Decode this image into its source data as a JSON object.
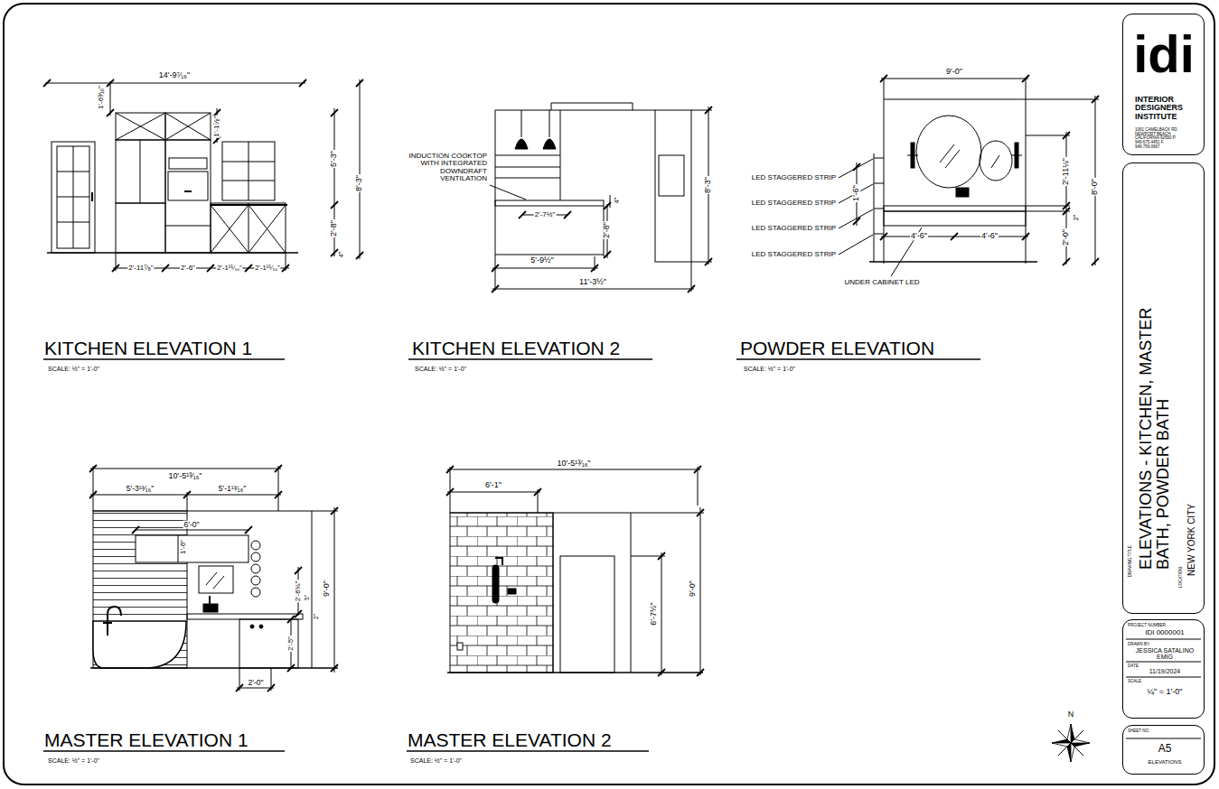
{
  "diagram": {
    "nodes": [
      {
        "text": [
          "idi",
          "INTERIOR DESIGNERS INSTITUTE",
          "1061 CAMELBACK RD NEWPORT BEACH CALIFORNIA 92660 P. 949.675.4451 F. 949.759.0667"
        ]
      },
      {
        "text": [
          "DRAWING TITLE:",
          "ELEVATIONS - KITCHEN, MASTER BATH, POWDER BATH",
          "LOCATION:",
          "NEW YORK CITY"
        ]
      },
      {
        "text": [
          "PROJECT NUMBER:",
          "IDI 0000001",
          "DRAWN BY:",
          "JESSICA SATALINO EMIG",
          "DATE:",
          "11/19/2024",
          "SCALE:",
          "¼\" = 1'-0\""
        ]
      },
      {
        "text": [
          "SHEET NO.",
          "A5",
          "ELEVATIONS"
        ]
      }
    ],
    "labels": [
      "14'-9⁷⁄₁₆\"",
      "1'-6³⁄₁₆\"",
      "1'-1⁷⁄₈\"",
      "5'-3\"",
      "2'-8\"",
      "4\"",
      "8'-3\"",
      "2'-11⁷⁄₈\"",
      "2'-6\"",
      "2'-1¹⁵⁄₁₆\"",
      "2'-1¹⁵⁄₁₆\"",
      "KITCHEN ELEVATION 1",
      "SCALE: ½\" = 1'-0\"",
      "INDUCTION COOKTOP WITH INTEGRATED DOWNDRAFT VENTILATION",
      "2'-7½\"",
      "4\"",
      "2'-8\"",
      "8'-3\"",
      "5'-9½\"",
      "11'-3½\"",
      "KITCHEN ELEVATION 2",
      "SCALE: ½\" = 1'-0\"",
      "9'-0\"",
      "LED STAGGERED STRIP",
      "LED STAGGERED STRIP",
      "LED STAGGERED STRIP",
      "LED STAGGERED STRIP",
      "UNDER CABINET LED",
      "1'-6\"",
      "2'-11¼\"",
      "2\"",
      "2'-0\"",
      "8'-0\"",
      "4'-6\"",
      "4'-6\"",
      "POWDER ELEVATION",
      "SCALE: ½\" = 1'-0\"",
      "10'-5¹³⁄₁₆\"",
      "5'-3¹³⁄₁₆\"",
      "5'-1¹³⁄₁₆\"",
      "6'-0\"",
      "1'-6\"",
      "2'-6⅛\"",
      "5\"",
      "2\"",
      "9'-0\"",
      "2'-5\"",
      "2'-0\"",
      "MASTER ELEVATION 1",
      "SCALE: ½\" = 1'-0\"",
      "10'-5¹³⁄₁₆\"",
      "6'-1\"",
      "6'-7½\"",
      "9'-0\"",
      "MASTER ELEVATION 2",
      "SCALE: ½\" = 1'-0\"",
      "N"
    ]
  }
}
